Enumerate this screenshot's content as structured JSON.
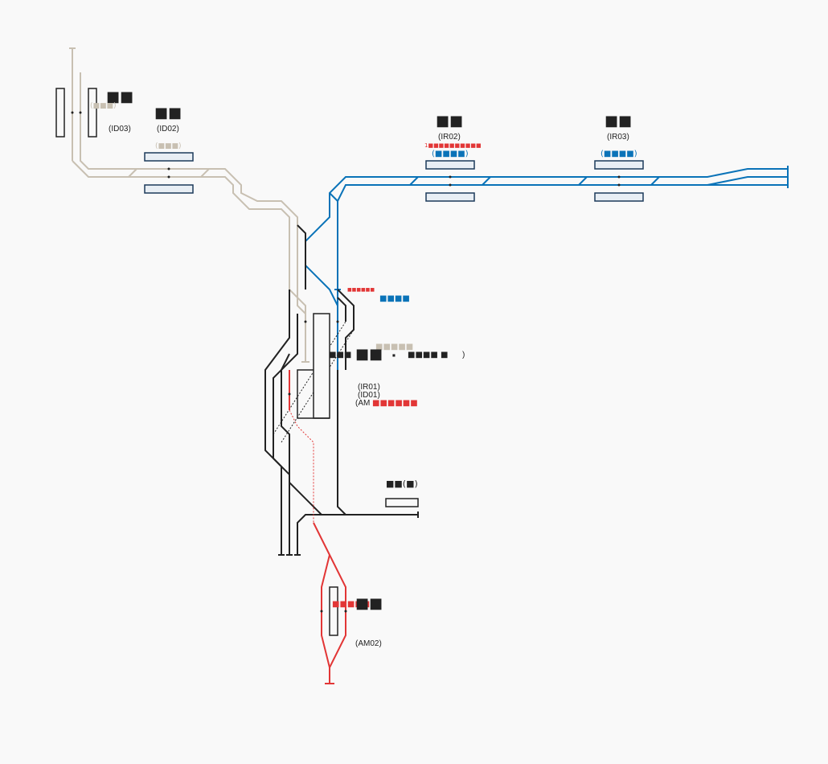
{
  "colors": {
    "background": "#f9f9f9",
    "track_main": "#222222",
    "line_id": "#c8c0b2",
    "line_ir": "#0a73b8",
    "line_am": "#e23636",
    "platform_fill": "#e8eef4",
    "platform_stroke": "#1c3a5a"
  },
  "stations": {
    "id03": {
      "name_glyphs": "■■",
      "code": "(ID03)",
      "sub_glyphs": "(■■■)"
    },
    "id02": {
      "name_glyphs": "■■",
      "code": "(ID02)",
      "sub_glyphs": "(■■■)"
    },
    "ir02": {
      "name_glyphs": "■■",
      "code": "(IR02)",
      "red_glyphs": "1■■■■■■■■■■",
      "blue_glyphs": "(■■■■)"
    },
    "ir03": {
      "name_glyphs": "■■",
      "code": "(IR03)",
      "blue_glyphs": "(■■■■)"
    },
    "hub": {
      "red_glyphs": "■■■■■■",
      "blue_glyphs": "■■■■",
      "tan_glyphs": "■■■■■",
      "name_left": "■■■",
      "name_main": "■■",
      "name_dot": "■",
      "name_right": "■■■■ ■",
      "name_paren": ")",
      "code1": "(IR01)",
      "code2": "(ID01)",
      "code3": "(AM",
      "code3_red": "■■■■■■"
    },
    "depot": {
      "name": "■■(■)"
    },
    "am02": {
      "red_glyphs": "■■■■■■",
      "name_glyphs": "■■",
      "code": "(AM02)"
    }
  }
}
